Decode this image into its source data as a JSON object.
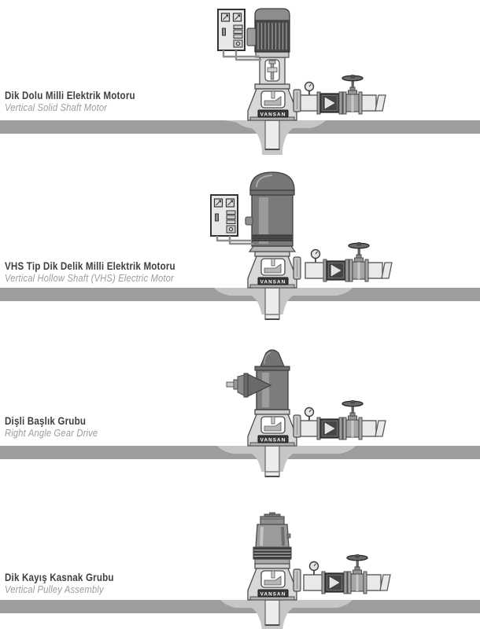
{
  "page": {
    "brand_label": "VANSAN"
  },
  "colors": {
    "ground_band": "#9d9d9d",
    "foundation": "#c6c6c6",
    "title_text": "#3f3f3f",
    "subtitle_text": "#9c9c9c",
    "motor_dark": "#4a4a4a",
    "metal_light": "#d8d8d8",
    "check_valve_body": "#454545",
    "nameplate": "#3a3a3a"
  },
  "sections": [
    {
      "id": "solid-shaft-motor",
      "title_tr": "Dik Dolu Milli Elektrik Motoru",
      "title_en": "Vertical Solid Shaft Motor"
    },
    {
      "id": "vhs-motor",
      "title_tr": "VHS Tip Dik Delik Milli Elektrik Motoru",
      "title_en": "Vertical Hollow Shaft (VHS) Electric Motor"
    },
    {
      "id": "gear-drive",
      "title_tr": "Dişli Başlık Grubu",
      "title_en": "Right Angle Gear Drive"
    },
    {
      "id": "pulley-assembly",
      "title_tr": "Dik Kayış Kasnak Grubu",
      "title_en": "Vertical Pulley Assembly"
    }
  ]
}
